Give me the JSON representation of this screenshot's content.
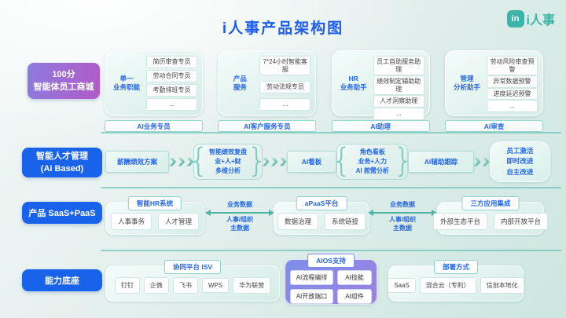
{
  "colors": {
    "accent_blue": "#1c5ce8",
    "brand_teal": "#3cb4a7",
    "purple_start": "#8e7bdf",
    "purple_end": "#b15ac7",
    "label_blue": "#1863ea"
  },
  "header": {
    "title": "i人事产品架构图",
    "logo_text": "i人事",
    "logo_glyph": "in"
  },
  "mall": {
    "label": [
      "100分",
      "智能体员工商城"
    ],
    "groups": [
      {
        "tag": [
          "单一",
          "业务职能"
        ],
        "items": [
          "简历审查专员",
          "劳动合同专员",
          "考勤排班专员",
          "..."
        ],
        "footer": "AI业务专员"
      },
      {
        "tag": [
          "产品",
          "服务"
        ],
        "items": [
          "7*24小时智能客服",
          "劳动法规专员",
          "..."
        ],
        "footer": "AI客户服务专员"
      },
      {
        "tag": [
          "HR",
          "业务助手"
        ],
        "items": [
          "员工自助服务助理",
          "绩效制定辅助助理",
          "人才洞察助理",
          "..."
        ],
        "footer": "AI助理"
      },
      {
        "tag": [
          "管理",
          "分析助手"
        ],
        "items": [
          "劳动风险审查预警",
          "异常数据预警",
          "进度延迟预警",
          "..."
        ],
        "footer": "AI审查"
      }
    ]
  },
  "talent": {
    "label": [
      "智能人才管理",
      "(Ai Based)"
    ],
    "flow": [
      {
        "lines": [
          "薪酬绩效方案"
        ]
      },
      {
        "lines": [
          "智能绩效复盘",
          "业+人+财",
          "多维分析"
        ]
      },
      {
        "lines": [
          "AI看板"
        ]
      },
      {
        "lines": [
          "角色看板",
          "业务+人力",
          "AI 按需分析"
        ]
      },
      {
        "lines": [
          "AI辅助跟踪"
        ]
      },
      {
        "lines": [
          "员工激活",
          "即时改进",
          "自主改进"
        ]
      }
    ]
  },
  "saas": {
    "label": "产品 SaaS+PaaS",
    "groups": [
      {
        "tab": "智能HR系统",
        "items": [
          "人事事务",
          "人才管理"
        ]
      },
      {
        "tab": "aPaaS平台",
        "items": [
          "数据治理",
          "系统链接"
        ]
      },
      {
        "tab": "三方应用集成",
        "items": [
          "外部生态平台",
          "内部开放平台"
        ]
      }
    ],
    "links": [
      {
        "top": "业务数据",
        "bottom": [
          "人事/组织",
          "主数据"
        ]
      },
      {
        "top": "业务数据",
        "bottom": [
          "人事/组织",
          "主数据"
        ]
      }
    ]
  },
  "base": {
    "label": "能力底座",
    "groups": [
      {
        "tab": "协同平台 ISV",
        "items": [
          "钉钉",
          "企微",
          "飞书",
          "WPS",
          "华为联营"
        ]
      },
      {
        "tab": "AIOS支持",
        "items": [
          "AI流程编排",
          "AI技能",
          "AI开放端口",
          "AI组件"
        ]
      },
      {
        "tab": "部署方式",
        "items": [
          "SaaS",
          "混合云（专利）",
          "信创本地化"
        ]
      }
    ]
  }
}
